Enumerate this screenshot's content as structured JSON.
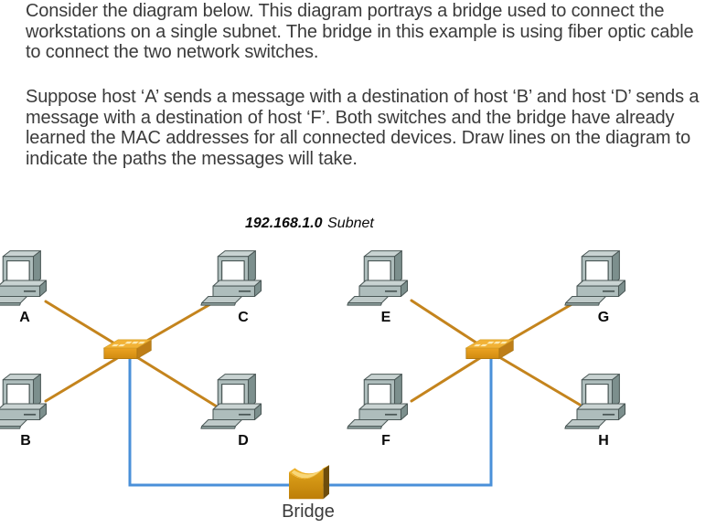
{
  "instructions": {
    "paragraph1_lines": [
      "Consider the diagram below. This diagram portrays a bridge used to connect the",
      "workstations on a single subnet. The bridge in this example is using fiber optic cable",
      "to connect the two network switches."
    ],
    "paragraph2_lines": [
      "Suppose host ‘A’ sends a message with a destination of host ‘B’ and host ‘D’ sends a",
      "message with a destination of host ‘F’. Both switches and the bridge have already",
      "learned the MAC addresses for all connected devices. Draw lines on the diagram to",
      "indicate the paths the messages will take."
    ]
  },
  "diagram": {
    "subnet_label": {
      "address": "192.168.1.0",
      "suffix": "Subnet"
    },
    "hosts": [
      {
        "label": "A"
      },
      {
        "label": "B"
      },
      {
        "label": "C"
      },
      {
        "label": "D"
      },
      {
        "label": "E"
      },
      {
        "label": "F"
      },
      {
        "label": "G"
      },
      {
        "label": "H"
      }
    ],
    "bridge_label": "Bridge",
    "colors": {
      "copper_cable": "#C4841D",
      "fiber_cable": "#4A90D9",
      "switch_gold": "#F2B236",
      "workstation_gray": "#AEBDBC",
      "text": "#3B3B3B"
    }
  }
}
